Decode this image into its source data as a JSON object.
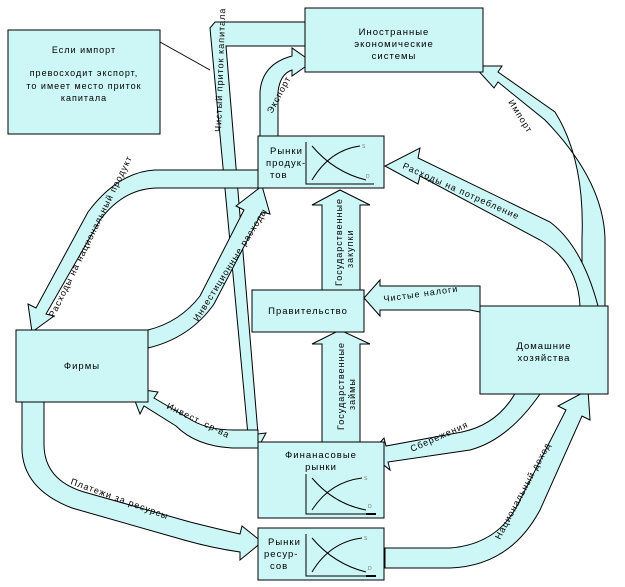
{
  "note": {
    "line1": "Если импорт",
    "line2": "превосходит экспорт,",
    "line3": "то имеет место приток",
    "line4": "капитала"
  },
  "boxes": {
    "foreign_line1": "Иностранные",
    "foreign_line2": "экономические",
    "foreign_line3": "системы",
    "firms": "Фирмы",
    "government": "Правительство",
    "households_line1": "Домашние",
    "households_line2": "хозяйства",
    "product_markets_line1": "Рынки",
    "product_markets_line2": "продук-",
    "product_markets_line3": "тов",
    "financial_markets_line1": "Финанасовые",
    "financial_markets_line2": "рынки",
    "resource_markets_line1": "Рынки",
    "resource_markets_line2": "ресур-",
    "resource_markets_line3": "сов"
  },
  "flows": {
    "net_capital_inflow": "Чистый приток капитала",
    "export": "Экспорт",
    "import": "Импорт",
    "consumption_spending": "Расходы на потребление",
    "national_product_spending": "Расходы на национальный продукт",
    "investment_spending": "Инвестиционные расходы",
    "government_purchases_line1": "Государственные",
    "government_purchases_line2": "закупки",
    "net_taxes": "Чистые налоги",
    "government_loans_line1": "Государственные",
    "government_loans_line2": "займы",
    "savings": "Сбережения",
    "investment": "Инвест. ср-ва",
    "resource_payments": "Платежи за ресурсы",
    "national_income": "Национальный доход"
  },
  "graph_marks": {
    "s": "S",
    "d": "D"
  },
  "colors": {
    "fill": "#cdf7f7",
    "stroke": "#000000"
  }
}
